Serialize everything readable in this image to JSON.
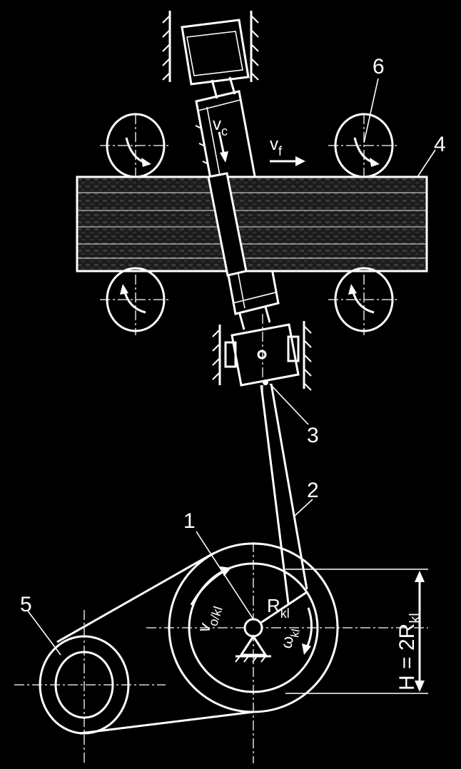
{
  "labels": {
    "n1": "1",
    "n2": "2",
    "n3": "3",
    "n4": "4",
    "n5": "5",
    "n6": "6"
  },
  "symbols": {
    "vc": "v",
    "vc_sub": "c",
    "vf": "v",
    "vf_sub": "f",
    "vo": "v",
    "vo_sub": "o/kl",
    "r": "R",
    "r_sub": "kl",
    "omega": "ω",
    "omega_sub": "kl",
    "h": "H = 2R",
    "h_sub": "kl"
  },
  "colors": {
    "background": "#000000",
    "line": "#ffffff",
    "workpiece": "#2a2a2a"
  }
}
